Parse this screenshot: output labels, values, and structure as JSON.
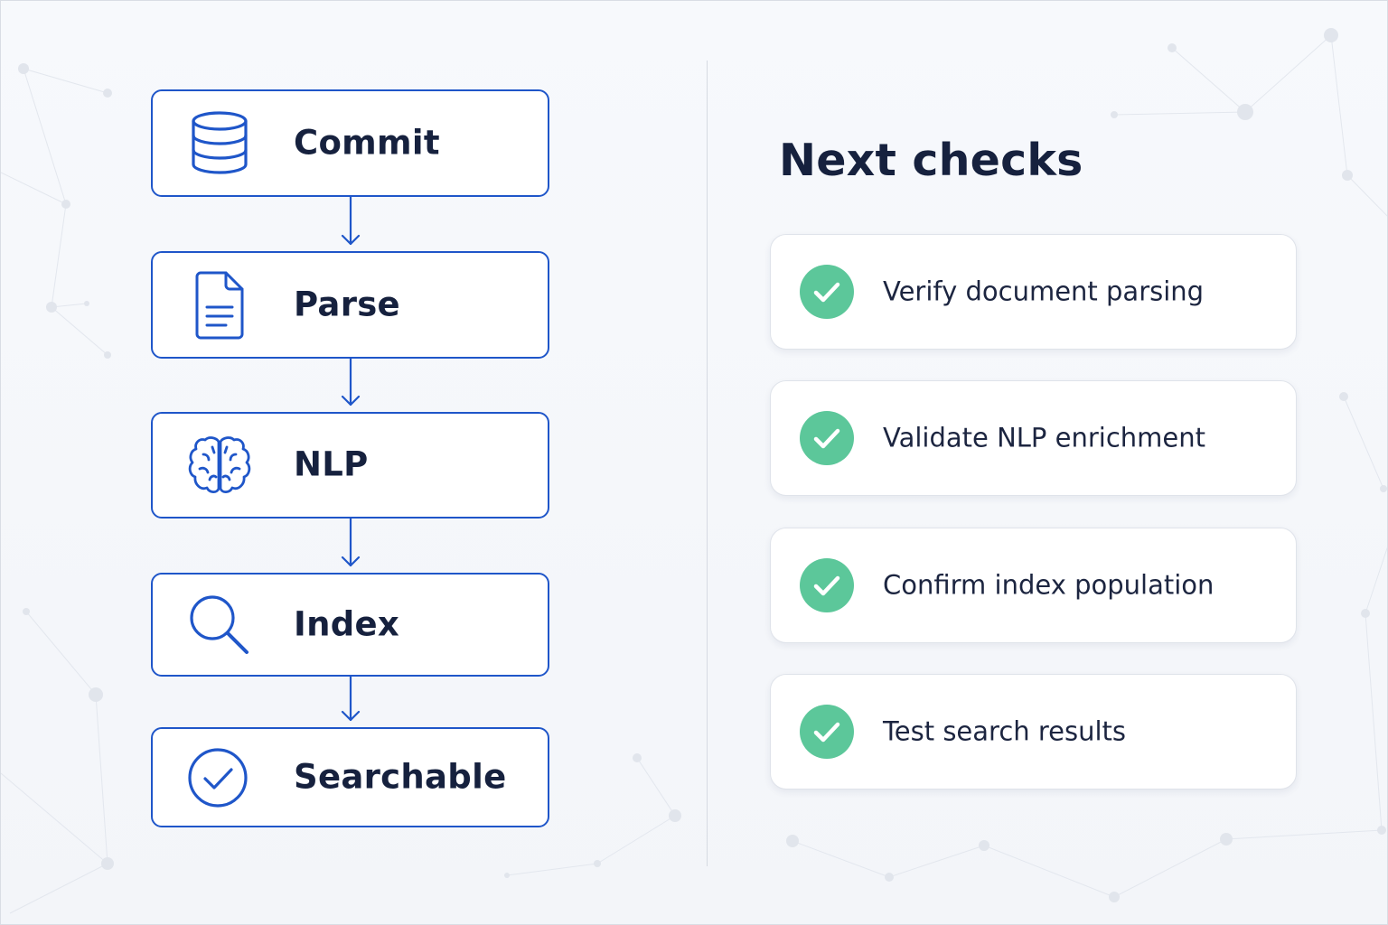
{
  "pipeline": {
    "stages": [
      {
        "label": "Commit",
        "icon": "database-icon"
      },
      {
        "label": "Parse",
        "icon": "document-icon"
      },
      {
        "label": "NLP",
        "icon": "brain-icon"
      },
      {
        "label": "Index",
        "icon": "search-icon"
      },
      {
        "label": "Searchable",
        "icon": "check-circle-icon"
      }
    ]
  },
  "checks": {
    "title": "Next checks",
    "items": [
      {
        "label": "Verify document parsing",
        "icon": "check-badge-icon"
      },
      {
        "label": "Validate NLP enrichment",
        "icon": "check-badge-icon"
      },
      {
        "label": "Confirm index population",
        "icon": "check-badge-icon"
      },
      {
        "label": "Test search results",
        "icon": "check-badge-icon"
      }
    ]
  },
  "colors": {
    "stage_border": "#1f56c9",
    "icon_stroke": "#1f56c9",
    "text_dark": "#16213e",
    "check_green": "#5cc79a",
    "background": "#f6f8fb"
  }
}
